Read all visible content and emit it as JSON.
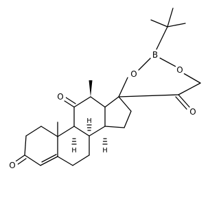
{
  "molecule": {
    "atoms": {
      "boron": "B",
      "ring_oxygen_left": "O",
      "ring_oxygen_right": "O",
      "ketone_oxygen_c11": "O",
      "ketone_oxygen_c3": "O",
      "ketone_oxygen_c20": "O",
      "stereo_h_c8": "H",
      "stereo_h_c9": "H",
      "stereo_h_c14": "H"
    }
  }
}
